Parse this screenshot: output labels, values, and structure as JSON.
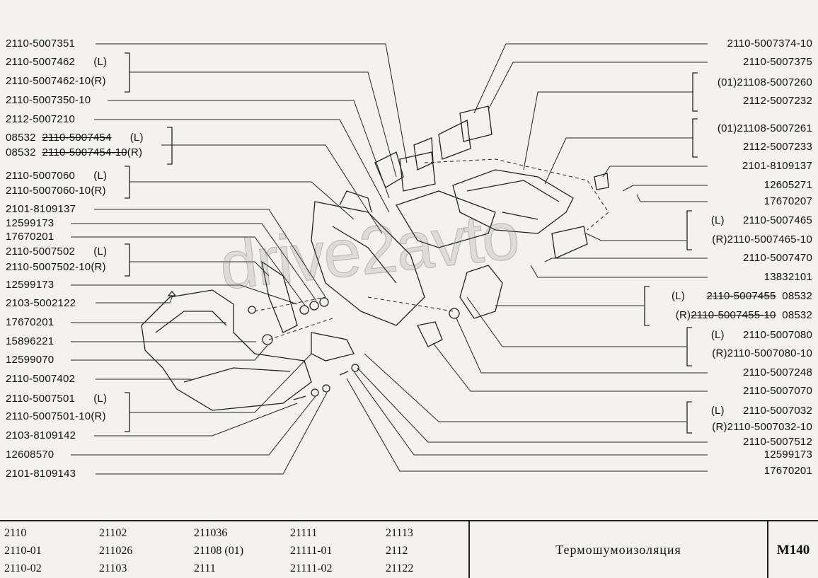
{
  "left_labels": [
    {
      "text": "2110-5007351"
    },
    {
      "text": "2110-5007462      (L)"
    },
    {
      "text": "2110-5007462-10(R)"
    },
    {
      "text": "2110-5007350-10"
    },
    {
      "text": "2112-5007210"
    },
    {
      "prefix": "08532  ",
      "struck": "2110-5007454",
      "suffix": "      (L)"
    },
    {
      "prefix": "08532  ",
      "struck": "2110-5007454-10",
      "suffix": "(R)"
    },
    {
      "text": "2110-5007060      (L)"
    },
    {
      "text": "2110-5007060-10(R)"
    },
    {
      "text": "2101-8109137"
    },
    {
      "text": "12599173"
    },
    {
      "text": "17670201"
    },
    {
      "text": "2110-5007502      (L)"
    },
    {
      "text": "2110-5007502-10(R)"
    },
    {
      "text": "12599173"
    },
    {
      "text": "2103-5002122"
    },
    {
      "text": "17670201"
    },
    {
      "text": "15896221"
    },
    {
      "text": "12599070"
    },
    {
      "text": "2110-5007402"
    },
    {
      "text": "2110-5007501      (L)"
    },
    {
      "text": "2110-5007501-10(R)"
    },
    {
      "text": "2103-8109142"
    },
    {
      "text": "12608570"
    },
    {
      "text": "2101-8109143"
    }
  ],
  "right_labels": [
    {
      "text": "2110-5007374-10"
    },
    {
      "text": "2110-5007375"
    },
    {
      "text": "(01)21108-5007260"
    },
    {
      "text": "2112-5007232"
    },
    {
      "text": "(01)21108-5007261"
    },
    {
      "text": "2112-5007233"
    },
    {
      "text": "2101-8109137"
    },
    {
      "text": "12605271"
    },
    {
      "text": "17670207"
    },
    {
      "text": "(L)      2110-5007465"
    },
    {
      "text": "(R)2110-5007465-10"
    },
    {
      "text": "2110-5007470"
    },
    {
      "text": "13832101"
    },
    {
      "prefix": "(L)       ",
      "struck": "2110-5007455",
      "suffix": "  08532"
    },
    {
      "prefix": "(R)",
      "struck": "2110-5007455-10",
      "suffix": "  08532"
    },
    {
      "text": "(L)      2110-5007080"
    },
    {
      "text": "(R)2110-5007080-10"
    },
    {
      "text": "2110-5007248"
    },
    {
      "text": "2110-5007070"
    },
    {
      "text": "(L)      2110-5007032"
    },
    {
      "text": "(R)2110-5007032-10"
    },
    {
      "text": "2110-5007512"
    },
    {
      "text": "12599173"
    },
    {
      "text": "17670201"
    }
  ],
  "watermark": "drive2avto",
  "footer": {
    "models": [
      [
        "2110",
        "2110-01",
        "2110-02"
      ],
      [
        "21102",
        "211026",
        "21103"
      ],
      [
        "211036",
        "21108 (01)",
        "2111"
      ],
      [
        "21111",
        "21111-01",
        "21111-02"
      ],
      [
        "21113",
        "2112",
        "21122"
      ]
    ],
    "title": "Термошумоизоляция",
    "code": "M140"
  },
  "colors": {
    "background": "#f3f2ee",
    "ink": "#111111"
  }
}
